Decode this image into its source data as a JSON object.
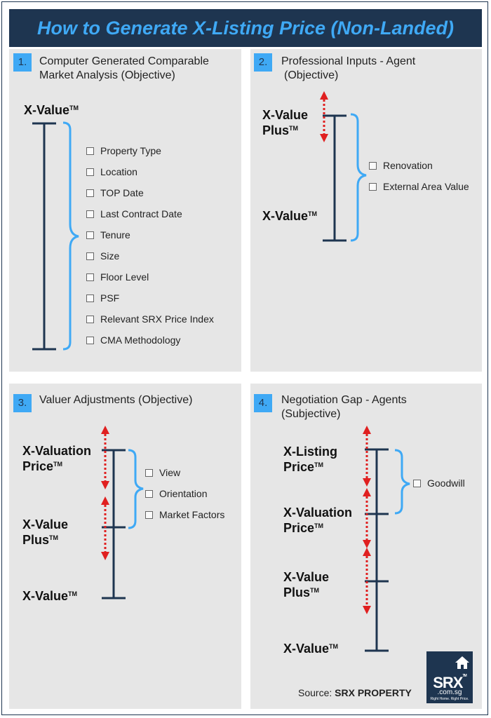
{
  "title": "How to Generate  X-Listing Price (Non-Landed)",
  "tm": "TM",
  "panels": [
    {
      "number": "1.",
      "title_lines": [
        "Computer Generated Comparable",
        "Market Analysis (Objective)"
      ],
      "labels": [
        "X-Value"
      ],
      "items": [
        "Property Type",
        "Location",
        "TOP Date",
        "Last Contract Date",
        "Tenure",
        "Size",
        "Floor Level",
        "PSF",
        "Relevant SRX Price Index",
        "CMA Methodology"
      ]
    },
    {
      "number": "2.",
      "title_lines": [
        "Professional Inputs - Agent",
        "(Objective)"
      ],
      "labels": [
        [
          "X-Value",
          "Plus"
        ],
        [
          "X-Value"
        ]
      ],
      "items": [
        "Renovation",
        "External Area Value"
      ]
    },
    {
      "number": "3.",
      "title_lines": [
        "Valuer Adjustments (Objective)"
      ],
      "labels": [
        [
          "X-Valuation",
          "Price"
        ],
        [
          "X-Value",
          "Plus"
        ],
        [
          "X-Value"
        ]
      ],
      "items": [
        "View",
        "Orientation",
        "Market Factors"
      ]
    },
    {
      "number": "4.",
      "title_lines": [
        "Negotiation Gap - Agents",
        "(Subjective)"
      ],
      "labels": [
        [
          "X-Listing",
          "Price"
        ],
        [
          "X-Valuation",
          "Price"
        ],
        [
          "X-Value",
          "Plus"
        ],
        [
          "X-Value"
        ]
      ],
      "items": [
        "Goodwill"
      ]
    }
  ],
  "source": {
    "prefix": "Source:",
    "name": "SRX PROPERTY"
  },
  "logo": {
    "name": "SRX",
    "tm": "TM",
    "domain": ".com.sg",
    "tagline": "Right Home. Right Price."
  },
  "colors": {
    "header_bg": "#1e3550",
    "title": "#3fa9f5",
    "panel_bg": "#e6e6e6",
    "bar": "#1e3550",
    "brace": "#3fa9f5",
    "arrow": "#e02020"
  }
}
